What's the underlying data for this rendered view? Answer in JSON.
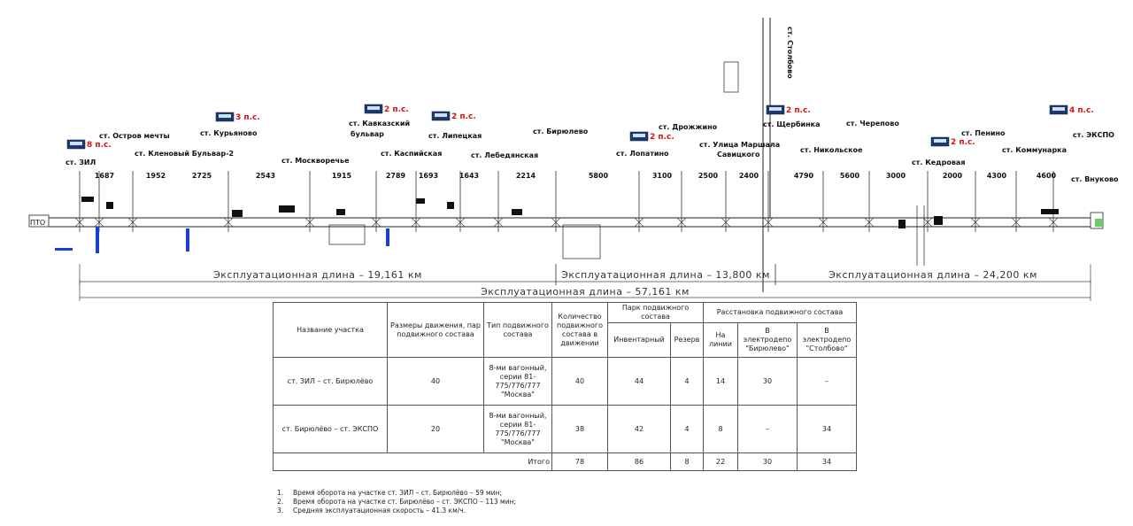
{
  "stations": [
    {
      "name": "ст. ЗИЛ",
      "badge": "8 п.с."
    },
    {
      "name": "ст. Остров мечты"
    },
    {
      "name": "ст. Кленовый Бульвар-2"
    },
    {
      "name": "ст. Курьяново",
      "badge": "3 п.с."
    },
    {
      "name": "ст. Москворечье"
    },
    {
      "name": "ст. Кавказский бульвар",
      "badge": "2 п.с."
    },
    {
      "name": "ст. Каспийская"
    },
    {
      "name": "ст. Липецкая",
      "badge": "2 п.с."
    },
    {
      "name": "ст. Лебедянская"
    },
    {
      "name": "ст. Бирюлево"
    },
    {
      "name": "ст. Лопатино",
      "badge": "2 п.с."
    },
    {
      "name": "ст. Дрожжино"
    },
    {
      "name": "ст. Улица Маршала Савицкого"
    },
    {
      "name": "ст. Щербинка",
      "badge": "2 п.с."
    },
    {
      "name": "ст. Никольское"
    },
    {
      "name": "ст. Черепово"
    },
    {
      "name": "ст. Кедровая",
      "badge": "2 п.с."
    },
    {
      "name": "ст. Пенино"
    },
    {
      "name": "ст. Коммунарка"
    },
    {
      "name": "ст. ЭКСПО",
      "badge": "4 п.с."
    },
    {
      "name": "ст. Внуково"
    },
    {
      "name": "ст. Столбово"
    }
  ],
  "spans": [
    "1687",
    "1952",
    "2725",
    "2543",
    "1915",
    "2789",
    "1693",
    "1643",
    "2214",
    "5800",
    "3100",
    "2500",
    "2400",
    "4790",
    "5600",
    "3000",
    "2000",
    "4300",
    "4600"
  ],
  "depot_label": "ПТО",
  "lengths": {
    "seg1": "Эксплуатационная длина – 19,161 км",
    "seg2": "Эксплуатационная длина – 13,800 км",
    "seg3": "Эксплуатационная длина – 24,200 км",
    "total": "Эксплуатационная длина – 57,161 км"
  },
  "table": {
    "headers": {
      "name": "Название участка",
      "size": "Размеры движения, пар подвижного состава",
      "type": "Тип подвижного состава",
      "count": "Количество подвижного состава в движении",
      "park": "Парк подвижного состава",
      "park_inv": "Инвентарный",
      "park_res": "Резерв",
      "place": "Расстановка подвижного состава",
      "place_line": "На линии",
      "place_d1": "В электродепо \"Бирюлево\"",
      "place_d2": "В электродепо \"Столбово\""
    },
    "rows": [
      {
        "name": "ст. ЗИЛ – ст. Бирюлёво",
        "size": "40",
        "type": "8-ми вагонный, серии 81-775/776/777 \"Москва\"",
        "count": "40",
        "inv": "44",
        "res": "4",
        "line": "14",
        "d1": "30",
        "d2": "–"
      },
      {
        "name": "ст. Бирюлёво – ст. ЭКСПО",
        "size": "20",
        "type": "8-ми вагонный, серии 81-775/776/777 \"Москва\"",
        "count": "38",
        "inv": "42",
        "res": "4",
        "line": "8",
        "d1": "–",
        "d2": "34"
      }
    ],
    "total": {
      "label": "Итого",
      "count": "78",
      "inv": "86",
      "res": "8",
      "line": "22",
      "d1": "30",
      "d2": "34"
    }
  },
  "notes": [
    {
      "num": "1.",
      "text": "Время оборота на участке ст. ЗИЛ – ст. Бирюлёво – 59 мин;"
    },
    {
      "num": "2.",
      "text": "Время оборота на участке ст. Бирюлёво – ст. ЭКСПО – 113 мин;"
    },
    {
      "num": "3.",
      "text": "Средняя эксплуатационная скорость – 41.3 км/ч."
    }
  ]
}
